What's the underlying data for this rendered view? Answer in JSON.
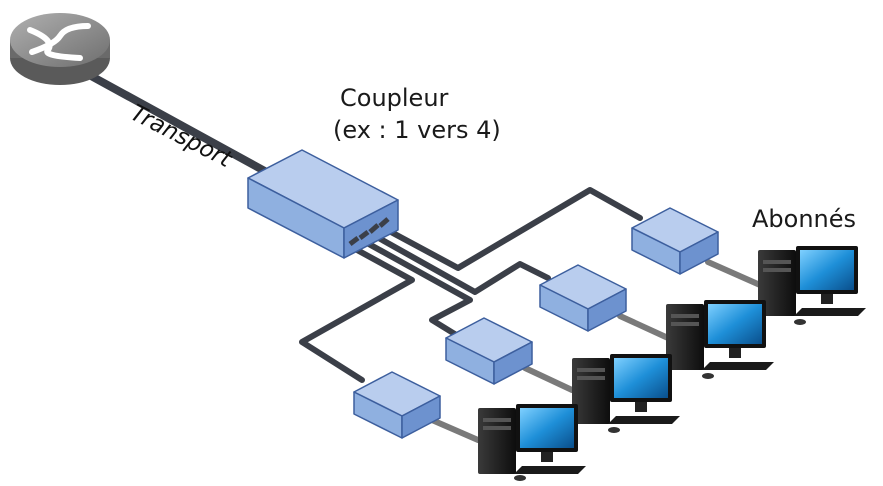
{
  "labels": {
    "transport": "Transport",
    "coupler_line1": "Coupleur",
    "coupler_line2": "(ex : 1 vers 4)",
    "subscribers": "Abonnés"
  },
  "icons": {
    "router": "router-icon",
    "coupler": "coupler-box",
    "terminal": "network-terminal-box",
    "computer": "desktop-computer-icon"
  },
  "colors": {
    "cable": "#3b3f48",
    "box_top": "#b9cdee",
    "box_front": "#8fb0e0",
    "box_side": "#6d92cf",
    "box_edge": "#3d5f9e",
    "screen": "#1e8fd8",
    "router": "#8a8a8a"
  }
}
